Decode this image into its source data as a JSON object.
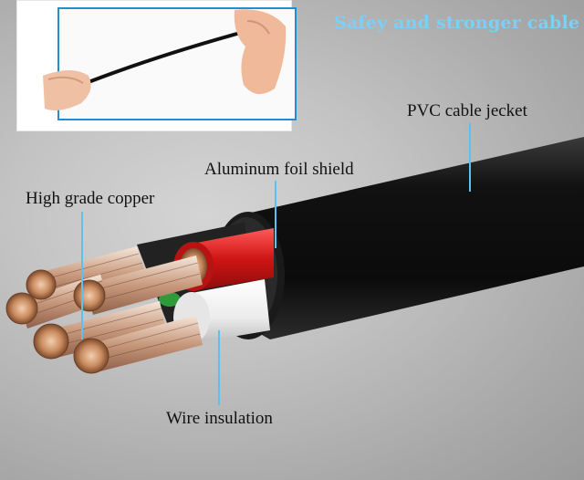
{
  "headline": "Safey and stronger cable",
  "labels": {
    "pvc_jacket": "PVC cable jecket",
    "aluminum_foil": "Aluminum foil shield",
    "copper": "High grade copper",
    "insulation": "Wire insulation"
  },
  "colors": {
    "leader_line": "#5ec0ec",
    "headline": "#7ad0f6",
    "jacket": "#141414",
    "red_wire": "#d61a1a",
    "white_wire": "#f2f2f2",
    "green_wire": "#2f9a3a",
    "copper": "#c98a5f"
  }
}
